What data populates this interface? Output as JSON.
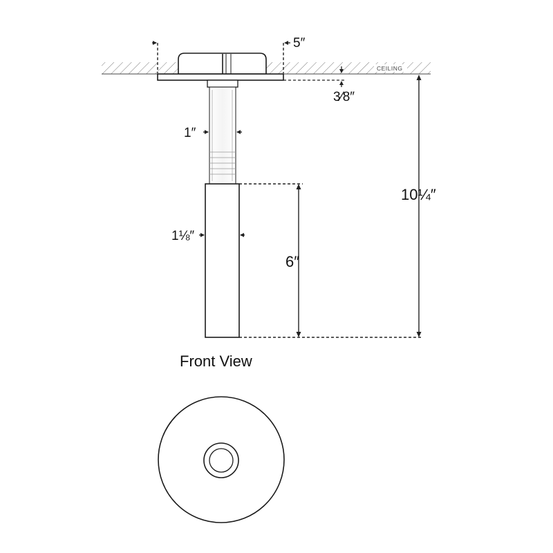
{
  "ceiling_label": "CEILING",
  "view_title": "Front View",
  "dimensions": {
    "canopy_width": "5″",
    "canopy_depth": "3⁄8″",
    "stem_diameter": "1″",
    "body_diameter": "1⅛″",
    "body_height": "6″",
    "overall_height": "10¼″"
  },
  "colors": {
    "line": "#1a1a1a",
    "dashed": "#222222",
    "hatch": "#666666"
  }
}
